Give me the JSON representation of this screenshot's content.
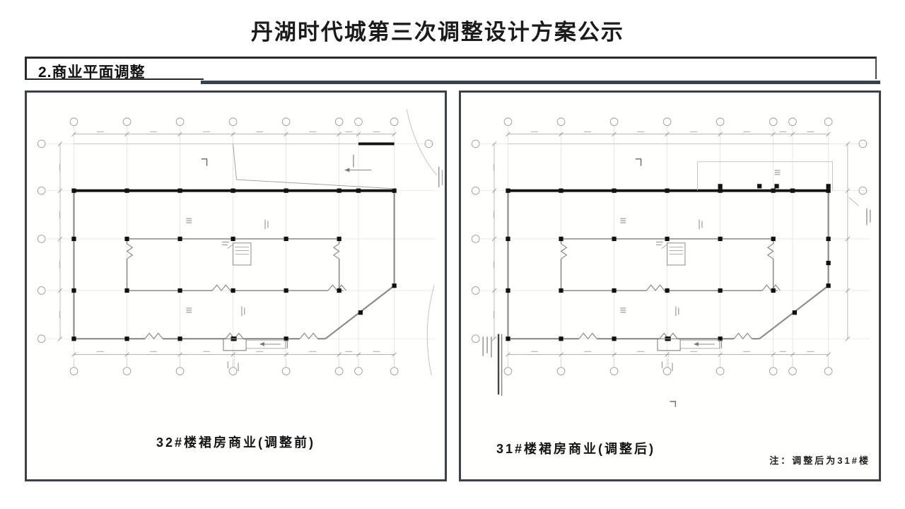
{
  "header": {
    "title": "丹湖时代城第三次调整设计方案公示"
  },
  "section": {
    "heading": "2.商业平面调整"
  },
  "figures": {
    "before": {
      "caption": "32#楼裙房商业(调整前)"
    },
    "after": {
      "caption": "31#楼裙房商业(调整后)",
      "note": "注：调整后为31#楼"
    }
  },
  "colors": {
    "frame": "#3a4149",
    "heavy_wall": "#141414",
    "light_wall": "#8a8a8a",
    "grid": "#dedede",
    "annotation": "#9a9a9a",
    "text": "#1b1b1b"
  }
}
